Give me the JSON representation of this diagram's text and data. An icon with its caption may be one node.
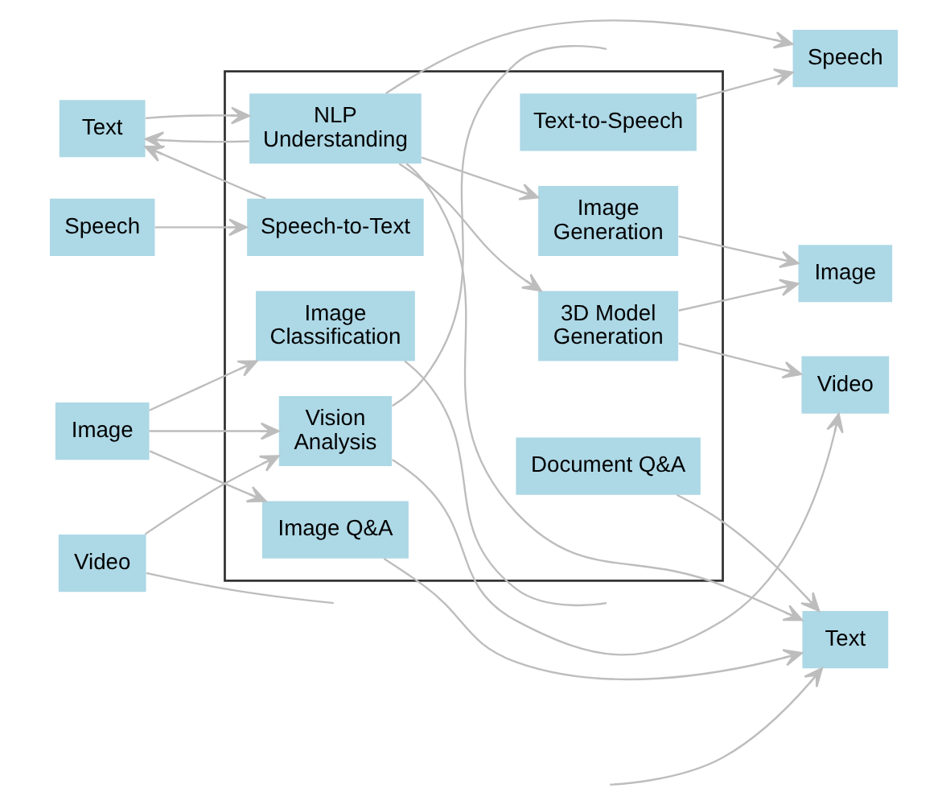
{
  "diagram": {
    "nodes": [
      {
        "text": [
          "Text"
        ]
      },
      {
        "text": [
          "Speech"
        ]
      },
      {
        "text": [
          "Image"
        ]
      },
      {
        "text": [
          "Video"
        ]
      },
      {
        "text": [],
        "shape": "box"
      },
      {
        "text": [
          "Image Classification"
        ],
        "in": 4
      },
      {
        "text": [
          "NLP Understanding"
        ],
        "in": 4
      },
      {
        "text": [
          "Speech-to-Text"
        ],
        "in": 4
      },
      {
        "text": [
          "Vision Analysis"
        ],
        "in": 4
      },
      {
        "text": [
          "Text-to-Speech"
        ],
        "in": 4
      },
      {
        "text": [
          "Image Q&A"
        ],
        "in": 4
      },
      {
        "text": [
          "Document Q&A"
        ],
        "in": 4
      },
      {
        "text": [
          "Image Generation"
        ],
        "in": 4
      },
      {
        "text": [
          "3D Model Generation"
        ],
        "in": 4
      },
      {
        "text": [
          "Image"
        ]
      },
      {
        "text": [
          "Video"
        ]
      },
      {
        "text": [
          "Speech"
        ]
      },
      {
        "text": [
          "Text"
        ]
      }
    ],
    "edges": [
      {
        "from": 0,
        "to": 6,
        "arrow": "to"
      },
      {
        "from": 6,
        "to": 0,
        "arrow": "to"
      },
      {
        "from": 7,
        "to": 0,
        "arrow": "to"
      },
      {
        "from": 1,
        "to": 7,
        "arrow": "to"
      },
      {
        "from": 2,
        "to": 5,
        "arrow": "to"
      },
      {
        "from": 2,
        "to": 8,
        "arrow": "to"
      },
      {
        "from": 2,
        "to": 10,
        "arrow": "to"
      },
      {
        "from": 3,
        "to": 8,
        "arrow": "to"
      },
      {
        "from": 3,
        "to": null,
        "arrow": "none"
      },
      {
        "from": 5,
        "to": null,
        "arrow": "none"
      },
      {
        "from": 8,
        "to": null,
        "arrow": "none"
      },
      {
        "from": 6,
        "to": 12,
        "arrow": "to"
      },
      {
        "from": 6,
        "to": 13,
        "arrow": "to"
      },
      {
        "from": 12,
        "to": 14,
        "arrow": "to"
      },
      {
        "from": 13,
        "to": 14,
        "arrow": "to"
      },
      {
        "from": 13,
        "to": 15,
        "arrow": "to"
      },
      {
        "from": 8,
        "to": 15,
        "arrow": "to"
      },
      {
        "from": 6,
        "to": 16,
        "arrow": "to"
      },
      {
        "from": 6,
        "to": 17,
        "arrow": "to"
      },
      {
        "from": 9,
        "to": 16,
        "arrow": "to"
      },
      {
        "from": 10,
        "to": 17,
        "arrow": "to"
      },
      {
        "from": 11,
        "to": 17,
        "arrow": "to"
      },
      {
        "from": null,
        "to": 17,
        "arrow": "to"
      }
    ]
  }
}
